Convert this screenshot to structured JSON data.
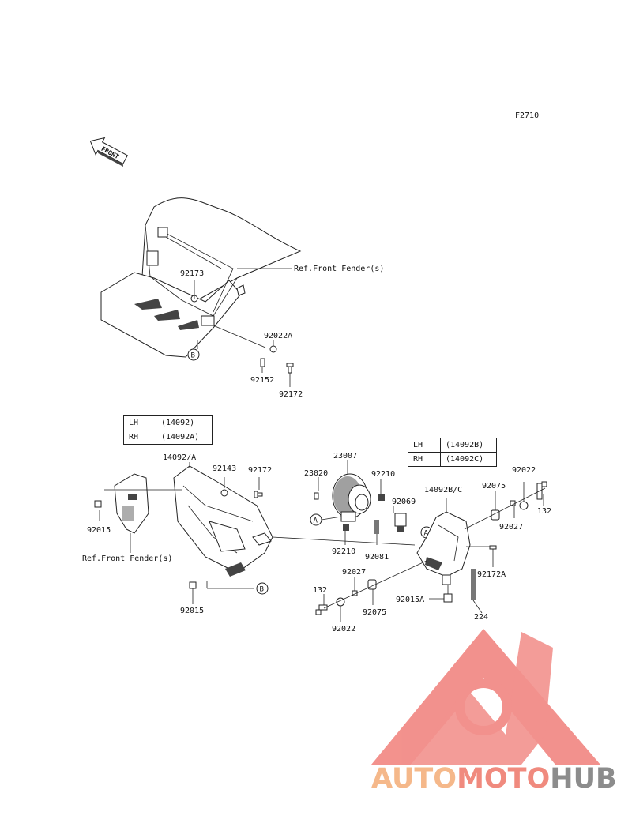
{
  "figure_code": "F2710",
  "direction_arrow": "FRONT",
  "tables": {
    "bracket": [
      {
        "side": "LH",
        "code": "(14092)"
      },
      {
        "side": "RH",
        "code": "(14092A)"
      }
    ],
    "stay": [
      {
        "side": "LH",
        "code": "(14092B)"
      },
      {
        "side": "RH",
        "code": "(14092C)"
      }
    ]
  },
  "refs": {
    "front_fender_upper": "Ref.Front Fender(s)",
    "front_fender_lower": "Ref.Front Fender(s)"
  },
  "callouts": {
    "A1": "A",
    "A2": "A",
    "B1": "B",
    "B2": "B"
  },
  "parts": {
    "p92173": "92173",
    "p92022A": "92022A",
    "p92152": "92152",
    "p92172_top": "92172",
    "p14092A": "14092/A",
    "p92143": "92143",
    "p92172_mid": "92172",
    "p92015_left": "92015",
    "p92015_bottom": "92015",
    "p23007": "23007",
    "p23020": "23020",
    "p92210_top": "92210",
    "p92069": "92069",
    "p92210_bottom": "92210",
    "p92081": "92081",
    "p14092BC": "14092B/C",
    "p92075_top": "92075",
    "p92022_top": "92022",
    "p132_right": "132",
    "p92027_right": "92027",
    "p92172A": "92172A",
    "p92027_left": "92027",
    "p132_left": "132",
    "p92075_bottom": "92075",
    "p92015A": "92015A",
    "p224": "224",
    "p92022_bottom": "92022"
  },
  "watermark": {
    "part1": "AUTO",
    "part2": "MOTO",
    "part3": "HUB",
    "color1": "#f5b88a",
    "color2": "#f08a7e",
    "color3": "#8c8c8c",
    "logo_color": "#f28c87"
  }
}
